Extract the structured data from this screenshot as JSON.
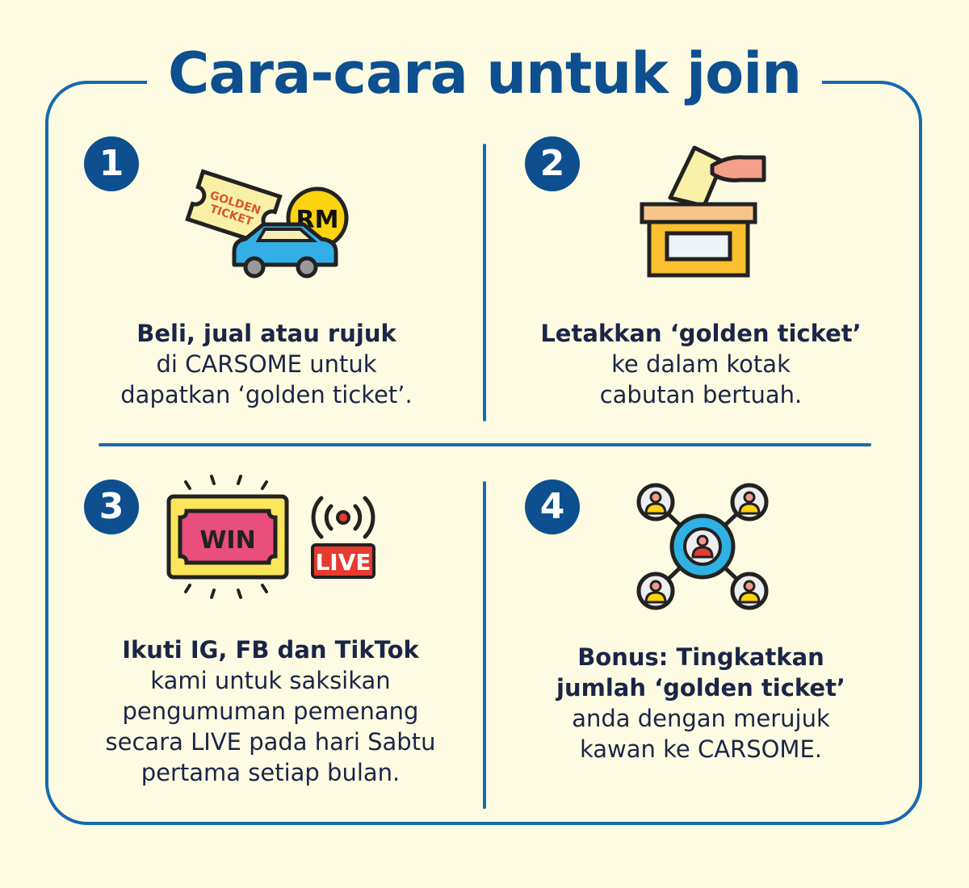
{
  "title": "Cara-cara untuk join",
  "steps": [
    {
      "number": "1",
      "bold": [
        "Beli, jual atau rujuk"
      ],
      "lines": [
        "di CARSOME untuk",
        "dapatkan ‘golden ticket’."
      ],
      "icon_text": {
        "ticket": [
          "GOLDEN",
          "TICKET"
        ],
        "coin": "RM"
      }
    },
    {
      "number": "2",
      "bold": [
        "Letakkan ‘golden ticket’"
      ],
      "lines": [
        "ke dalam kotak",
        "cabutan bertuah."
      ]
    },
    {
      "number": "3",
      "bold": [
        "Ikuti IG, FB dan TikTok"
      ],
      "lines": [
        "kami untuk saksikan",
        "pengumuman pemenang",
        "secara LIVE pada hari Sabtu",
        "pertama setiap bulan."
      ],
      "icon_text": {
        "sign": "WIN",
        "live": "LIVE"
      }
    },
    {
      "number": "4",
      "bold": [
        "Bonus: Tingkatkan",
        "jumlah ‘golden ticket’"
      ],
      "lines": [
        "anda dengan merujuk",
        "kawan ke CARSOME."
      ]
    }
  ],
  "colors": {
    "background": "#fdfbe1",
    "primary": "#0d4f8f",
    "border": "#1769b0",
    "text": "#1b2548"
  }
}
